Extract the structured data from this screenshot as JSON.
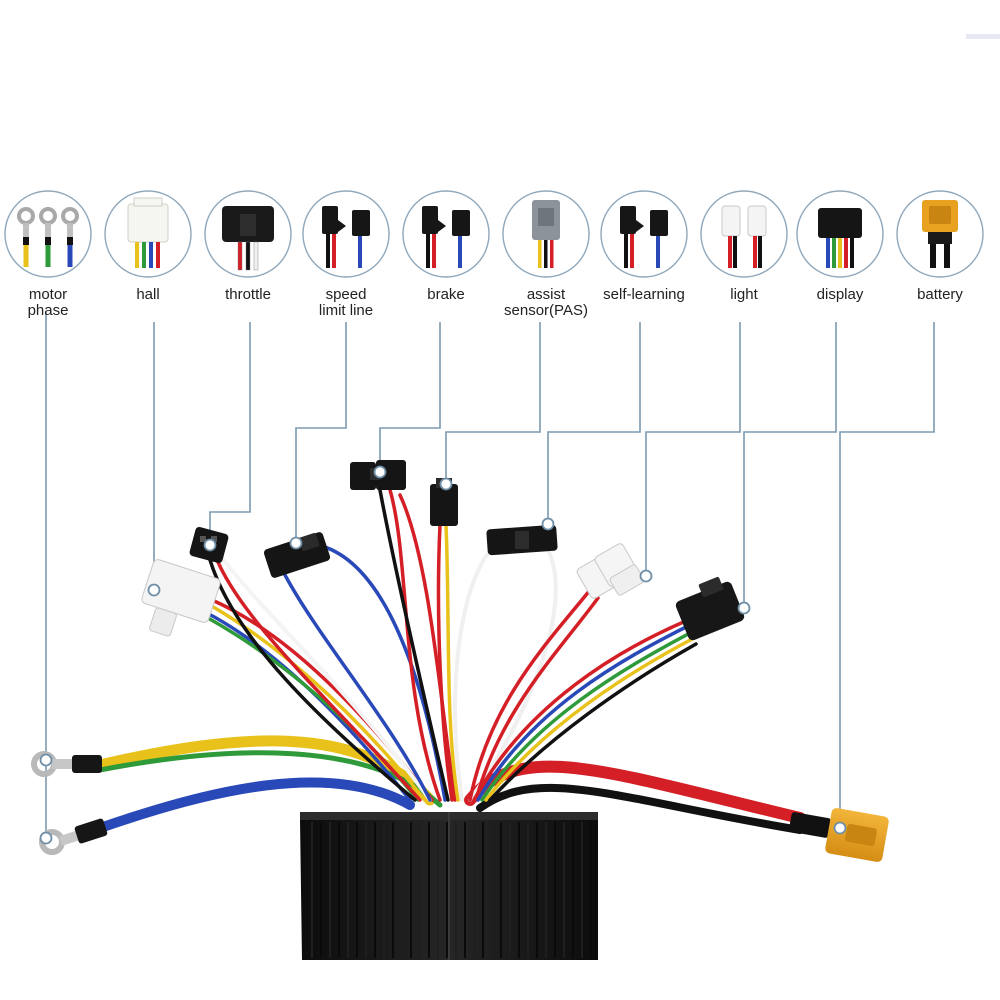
{
  "connectors": [
    {
      "id": "motor-phase",
      "label": [
        "motor",
        "phase"
      ],
      "icon": "ring-terminal-icon"
    },
    {
      "id": "hall",
      "label": [
        "hall"
      ],
      "icon": "white-6pin-connector-icon"
    },
    {
      "id": "throttle",
      "label": [
        "throttle"
      ],
      "icon": "black-3pin-connector-icon"
    },
    {
      "id": "speed-limit-line",
      "label": [
        "speed",
        "limit line"
      ],
      "icon": "black-2pin-connector-pair-icon"
    },
    {
      "id": "brake",
      "label": [
        "brake"
      ],
      "icon": "black-2pin-connector-pair-icon"
    },
    {
      "id": "assist-sensor",
      "label": [
        "assist",
        "sensor(PAS)"
      ],
      "icon": "gray-3pin-connector-icon"
    },
    {
      "id": "self-learning",
      "label": [
        "self-learning"
      ],
      "icon": "black-2pin-connector-pair-icon"
    },
    {
      "id": "light",
      "label": [
        "light"
      ],
      "icon": "white-2pin-connector-pair-icon"
    },
    {
      "id": "display",
      "label": [
        "display"
      ],
      "icon": "black-5pin-connector-icon"
    },
    {
      "id": "battery",
      "label": [
        "battery"
      ],
      "icon": "yellow-xt60-connector-icon"
    }
  ],
  "colors": {
    "leader_line": "#7a9ab0",
    "circle_stroke": "#8fa7bb",
    "controller_body": "#141414",
    "wire_red": "#d41f26",
    "wire_blue": "#2a49b8",
    "wire_green": "#2e9a3a",
    "wire_yellow": "#e8c21a",
    "wire_black": "#111111",
    "xt60_yellow": "#e8a21f"
  }
}
